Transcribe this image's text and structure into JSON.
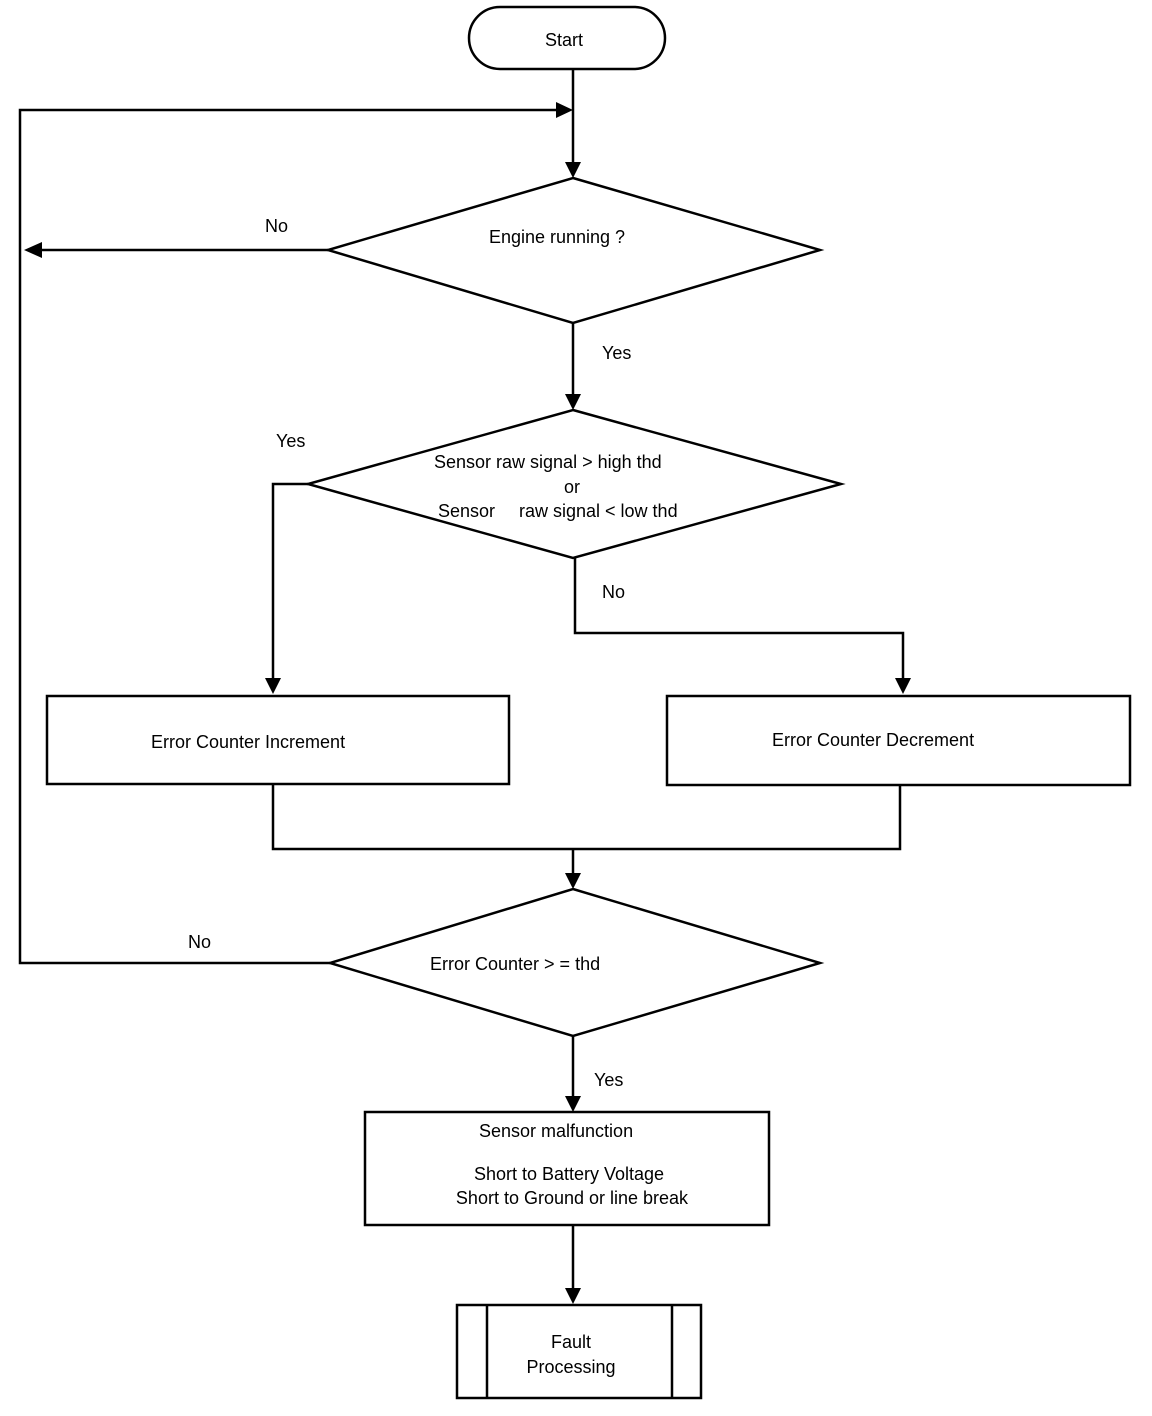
{
  "nodes": {
    "start": "Start",
    "engine_running": "Engine running ?",
    "sensor_check": {
      "line1": "Sensor raw signal > high thd",
      "line2": "or",
      "line3_a": "Sensor",
      "line3_b": "raw signal < low thd"
    },
    "error_increment": "Error Counter Increment",
    "error_decrement": "Error Counter Decrement",
    "counter_check": "Error Counter > = thd",
    "malfunction": {
      "title": "Sensor malfunction",
      "line1": "Short to Battery Voltage",
      "line2": "Short to Ground or  line break"
    },
    "fault_processing": {
      "line1": "Fault",
      "line2": "Processing"
    }
  },
  "edge_labels": {
    "engine_no": "No",
    "engine_yes": "Yes",
    "sensor_yes": "Yes",
    "sensor_no": "No",
    "counter_no": "No",
    "counter_yes": "Yes"
  }
}
